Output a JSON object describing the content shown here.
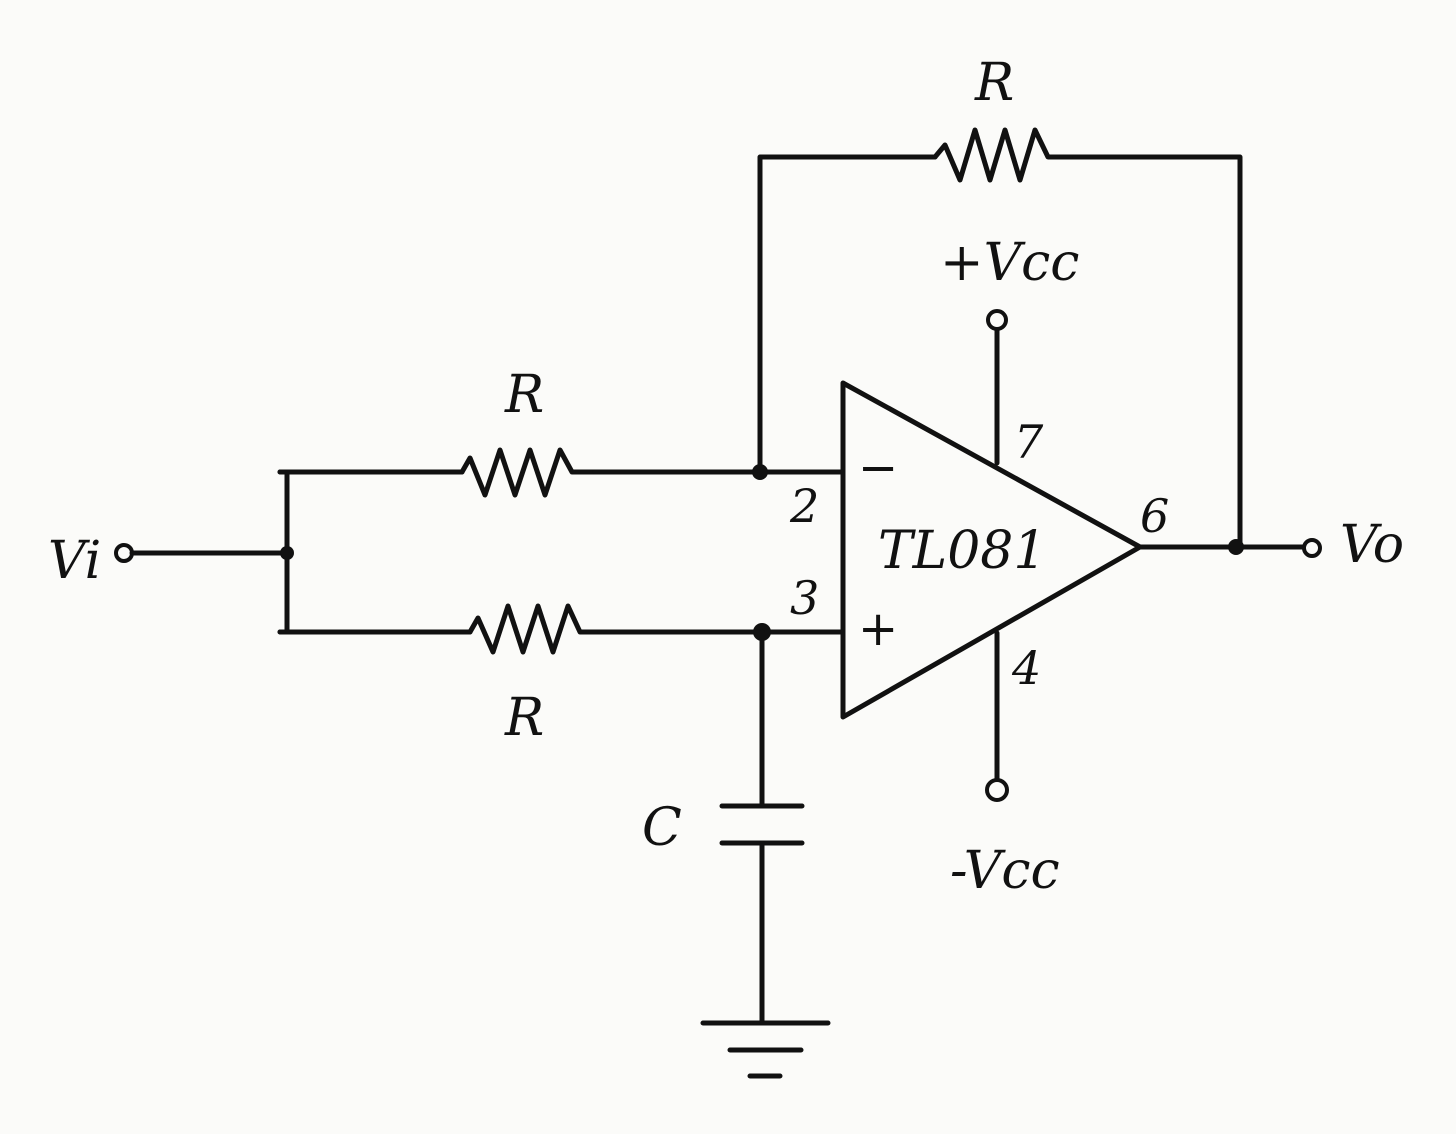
{
  "diagram": {
    "labels": {
      "input": "Vi",
      "output": "Vo",
      "feedback_resistor": "R",
      "input_resistor_top": "R",
      "input_resistor_bottom": "R",
      "capacitor": "C",
      "opamp": "TL081",
      "pos_supply": "+Vcc",
      "neg_supply": "-Vcc",
      "pin_inv": "2",
      "pin_noninv": "3",
      "pin_out": "6",
      "pin_vpos": "7",
      "pin_vneg": "4",
      "minus_sign": "−",
      "plus_sign": "+"
    },
    "colors": {
      "ink": "#111111",
      "paper": "#fbfbf9"
    }
  }
}
